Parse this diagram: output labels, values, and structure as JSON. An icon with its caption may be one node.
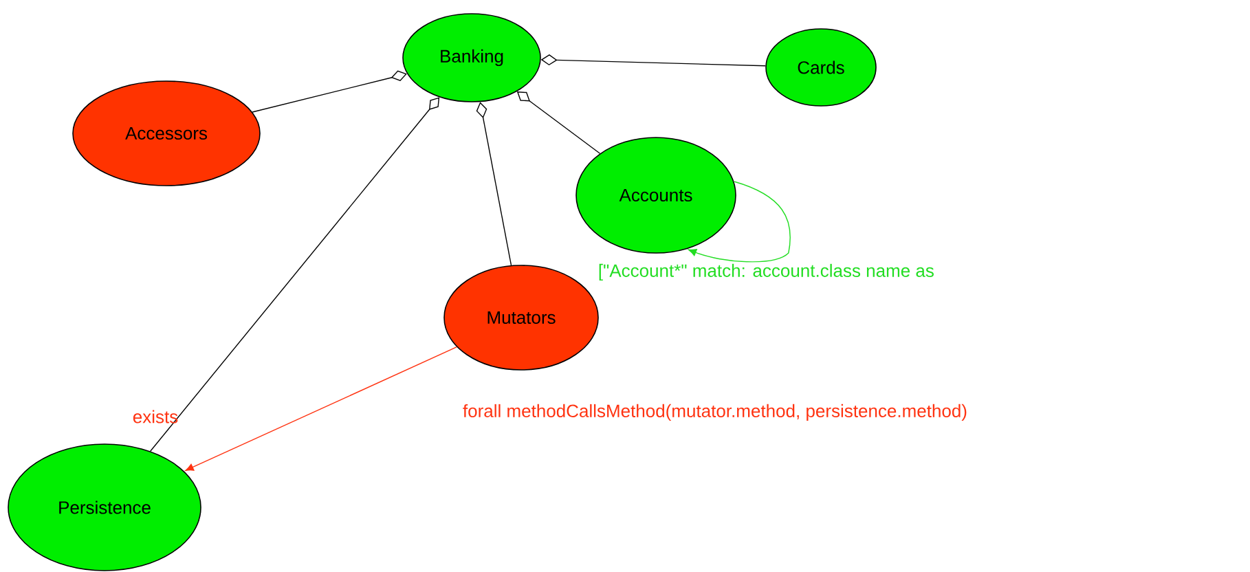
{
  "diagram": {
    "nodes": [
      {
        "text": [
          "Banking"
        ]
      },
      {
        "text": [
          "Cards"
        ]
      },
      {
        "text": [
          "Accessors"
        ]
      },
      {
        "text": [
          "Accounts"
        ]
      },
      {
        "text": [
          "Mutators"
        ]
      },
      {
        "text": [
          "Persistence"
        ]
      }
    ],
    "edges": [
      {
        "from": 0,
        "to": 2,
        "arrow": "other"
      },
      {
        "from": 0,
        "to": 1,
        "arrow": "other"
      },
      {
        "from": 0,
        "to": 3,
        "arrow": "other"
      },
      {
        "from": 0,
        "to": 4,
        "arrow": "other"
      },
      {
        "from": 0,
        "to": 5,
        "arrow": "other"
      },
      {
        "from": 3,
        "to": 3,
        "arrow": "to",
        "color": "#22dd22",
        "label": "[\"Account*\" match: account.class name as"
      },
      {
        "from": 4,
        "to": 5,
        "arrow": "to",
        "color": "#ff3311",
        "label": "forall methodCallsMethod(mutator.method, persistence.method)"
      }
    ],
    "labels": [
      "exists"
    ]
  }
}
